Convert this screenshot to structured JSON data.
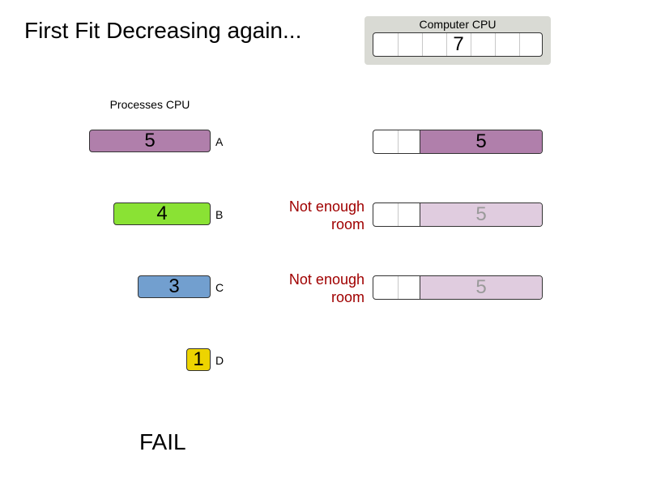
{
  "title": "First Fit Decreasing again...",
  "computer": {
    "label": "Computer CPU",
    "capacity": "7"
  },
  "processes_label": "Processes CPU",
  "processes": [
    {
      "letter": "A",
      "value": "5",
      "color": "#b07fab"
    },
    {
      "letter": "B",
      "value": "4",
      "color": "#8ae234"
    },
    {
      "letter": "C",
      "value": "3",
      "color": "#729fcf"
    },
    {
      "letter": "D",
      "value": "1",
      "color": "#edd400"
    }
  ],
  "slots": [
    {
      "value": "5",
      "color": "#b07fab",
      "note": "",
      "ghost": false
    },
    {
      "value": "5",
      "color": "#e0ccdf",
      "note": "Not enough room",
      "ghost": true
    },
    {
      "value": "5",
      "color": "#e0ccdf",
      "note": "Not enough room",
      "ghost": true
    }
  ],
  "notes": {
    "line1": "Not enough",
    "line2": "room"
  },
  "result": "FAIL"
}
